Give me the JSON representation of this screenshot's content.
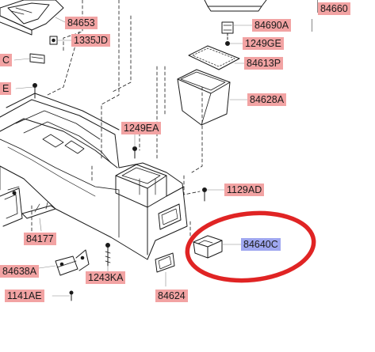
{
  "diagram": {
    "highlight_color": "#e02424",
    "label_color": "#f2a3a3",
    "selected_label_color": "#9fa7f0",
    "parts": {
      "p84653": "84653",
      "p84660": "84660",
      "p84690A": "84690A",
      "p1335JD": "1335JD",
      "p1249GE": "1249GE",
      "pC": "C",
      "p84613P": "84613P",
      "pE": "E",
      "p84628A": "84628A",
      "p1249EA": "1249EA",
      "p1129AD": "1129AD",
      "p84640C": "84640C",
      "p84177": "84177",
      "p84638A": "84638A",
      "p1243KA": "1243KA",
      "p1141AE": "1141AE",
      "p84624": "84624"
    }
  }
}
